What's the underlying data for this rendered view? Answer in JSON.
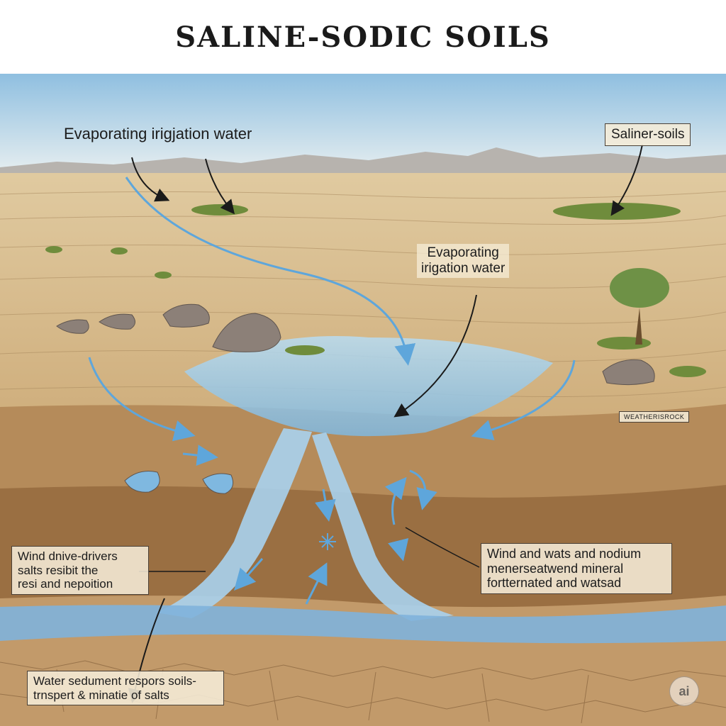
{
  "title": "SALINE-SODIC SOILS",
  "labels": {
    "top_left": "Evaporating irigjation water",
    "top_right": "Saliner-soils",
    "center_line1": "Evaporating",
    "center_line2": "irigation water",
    "rock": "WEATHERISROCK",
    "left_mid_line1": "Wind dnive-drivers",
    "left_mid_line2": "salts resibit the",
    "left_mid_line3": "resi and nepoition",
    "right_mid_line1": "Wind and wats and nodium",
    "right_mid_line2": "menerseatwend mineral",
    "right_mid_line3": "fortternated and watsad",
    "bottom_line1": "Water sedument respors soils-",
    "bottom_line2": "trnspert & minatie of salts"
  },
  "logo": "ai",
  "colors": {
    "sky": "#a9cde6",
    "soil_light": "#d9bf92",
    "soil_mid": "#b48a5a",
    "soil_dark": "#8a6238",
    "water": "#7fb8e0",
    "arrow_blue": "#5ea6db",
    "arrow_black": "#1a1a1a",
    "vegetation": "#6a8a3a"
  },
  "icons": [
    "arrow-icon",
    "tree-icon",
    "rock-icon",
    "bush-icon",
    "mineral-crystal-icon"
  ]
}
